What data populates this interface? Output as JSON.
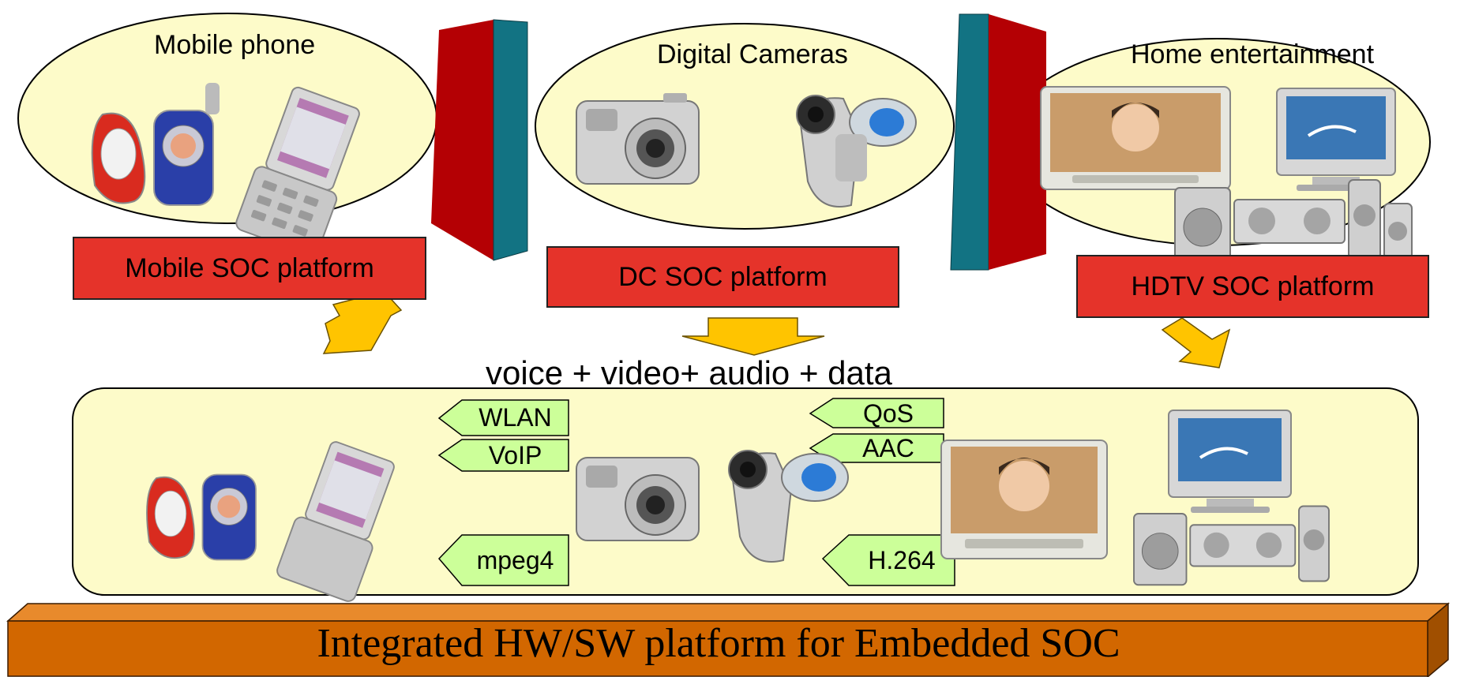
{
  "clouds": {
    "mobile": {
      "label": "Mobile phone",
      "platform": "Mobile SOC platform"
    },
    "cameras": {
      "label": "Digital Cameras",
      "platform": "DC SOC platform"
    },
    "home": {
      "label": "Home entertainment",
      "platform": "HDTV SOC platform"
    }
  },
  "convergence": {
    "label": "voice + video+ audio + data"
  },
  "tags": [
    "WLAN",
    "VoIP",
    "mpeg4",
    "QoS",
    "AAC",
    "H.264"
  ],
  "base": {
    "label": "Integrated HW/SW platform for Embedded SOC"
  },
  "colors": {
    "ellipse_fill": "#fdfbc9",
    "platform_red": "#e5332a",
    "wall_red": "#b40004",
    "wall_teal": "#127383",
    "arrow_yellow": "#ffc400",
    "tag_green": "#ccff99",
    "base_orange": "#d26700"
  },
  "icons": [
    "flip-phone-icon",
    "smartphone-icon",
    "compact-camera-icon",
    "camcorder-icon",
    "portable-tv-icon",
    "crt-tv-icon",
    "speaker-system-icon"
  ]
}
